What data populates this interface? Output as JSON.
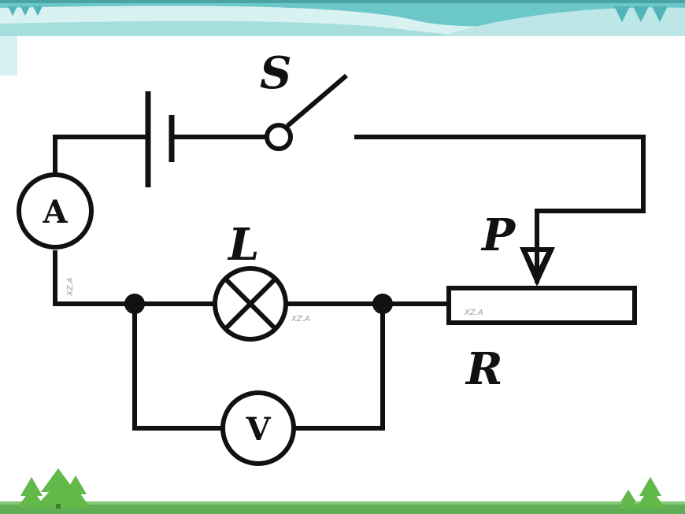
{
  "diagram": {
    "switch_label": "S",
    "slider_label": "P",
    "lamp_label": "L",
    "rheostat_label": "R",
    "ammeter_symbol": "A",
    "voltmeter_symbol": "V",
    "watermark": "XZ.A"
  },
  "colors": {
    "ink": "#111111",
    "header_teal": "#6cc7c9",
    "header_light": "#c9ecec",
    "footer_green": "#5fae55",
    "tree_green": "#63b84a"
  }
}
